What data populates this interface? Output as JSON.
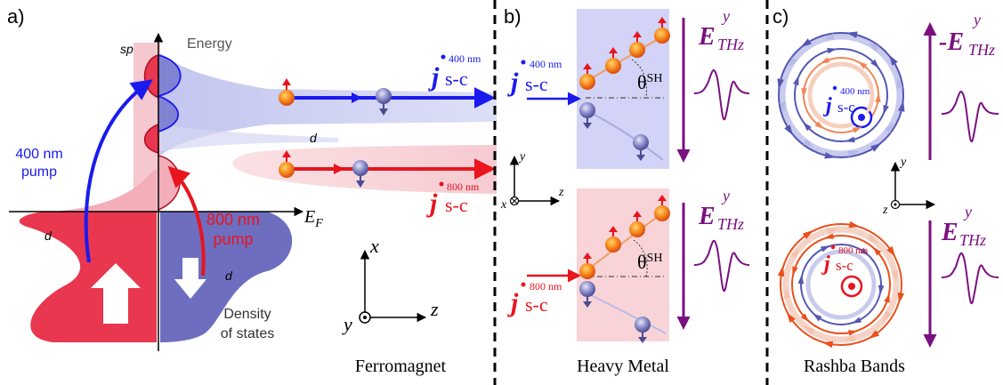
{
  "panels": {
    "a": {
      "label": "a)",
      "sp_label": "sp",
      "energy_label": "Energy",
      "d_label_mid": "d",
      "d_label_left": "d",
      "d_label_right": "d",
      "ef_label": "E",
      "ef_sub": "F",
      "pump400_line1": "400 nm",
      "pump400_line2": "pump",
      "pump800_line1": "800 nm",
      "pump800_line2": "pump",
      "j400_main": "j",
      "j400_sub": "s-c",
      "j400_sup": "400 nm",
      "j800_main": "j",
      "j800_sub": "s-c",
      "j800_sup": "800 nm",
      "dos_line1": "Density",
      "dos_line2": "of states",
      "axis_x": "x",
      "axis_y": "y",
      "axis_z": "z",
      "caption": "Ferromagnet"
    },
    "b": {
      "label": "b)",
      "j400_main": "j",
      "j400_sub": "s-c",
      "j400_sup": "400 nm",
      "j800_main": "j",
      "j800_sub": "s-c",
      "j800_sup": "800 nm",
      "theta_top": "θ",
      "theta_top_sup": "SH",
      "theta_bot": "θ",
      "theta_bot_sup": "SH",
      "e_main_top": "E",
      "e_sub_top": "THz",
      "e_sup_top": "y",
      "e_main_bot": "E",
      "e_sub_bot": "THz",
      "e_sup_bot": "y",
      "axis_y": "y",
      "axis_x": "x",
      "axis_z": "z",
      "caption": "Heavy Metal"
    },
    "c": {
      "label": "c)",
      "j400_main": "j",
      "j400_sub": "s-c",
      "j400_sup": "400 nm",
      "j800_main": "j",
      "j800_sub": "s-c",
      "j800_sup": "800 nm",
      "e_main_top": "-E",
      "e_sub_top": "THz",
      "e_sup_top": "y",
      "e_main_bot": "E",
      "e_sub_bot": "THz",
      "e_sup_bot": "y",
      "axis_y": "y",
      "axis_z": "z",
      "caption": "Rashba Bands"
    }
  },
  "colors": {
    "blue": "#1a1aee",
    "red": "#e8141e",
    "purple": "#7a1080",
    "dos_red": "#e8374f",
    "dos_blue": "#6e6ec0",
    "band_blue_light": "#cfd1f2",
    "band_red_light": "#f6cdd3",
    "hm_blue_bg": "#d2d3f6",
    "hm_red_bg": "#f8d3d8",
    "orange": "#e8501c"
  }
}
